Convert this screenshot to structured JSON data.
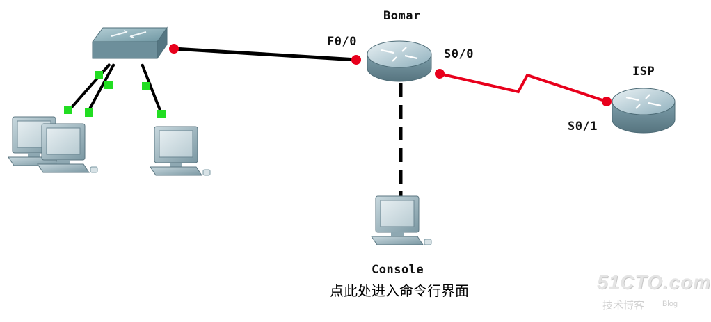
{
  "devices": {
    "router_bomar": {
      "name": "Bomar",
      "type": "router-icon"
    },
    "router_isp": {
      "name": "ISP",
      "type": "router-icon"
    },
    "switch": {
      "type": "switch-icon"
    },
    "pcs": [
      {
        "type": "pc-icon"
      },
      {
        "type": "pc-icon"
      },
      {
        "type": "pc-icon"
      }
    ],
    "console_pc": {
      "name": "Console",
      "type": "pc-icon",
      "note": "点此处进入命令行界面"
    }
  },
  "interfaces": {
    "bomar_f0": "F0/0",
    "bomar_s0": "S0/0",
    "isp_s1": "S0/1"
  },
  "links": [
    {
      "from": "switch",
      "to": "router_bomar",
      "kind": "ethernet",
      "color": "#000000",
      "status_color": "#e8001c"
    },
    {
      "from": "router_bomar",
      "to": "router_isp",
      "kind": "serial",
      "color": "#e8001c",
      "status_color": "#e8001c"
    },
    {
      "from": "router_bomar",
      "to": "console_pc",
      "kind": "console",
      "color": "#000000"
    },
    {
      "from": "switch",
      "to": "pc",
      "kind": "ethernet",
      "status_color": "#22dd22"
    }
  ],
  "watermark": {
    "main": "51CTO.com",
    "sub": "技术博客",
    "blog": "Blog"
  }
}
